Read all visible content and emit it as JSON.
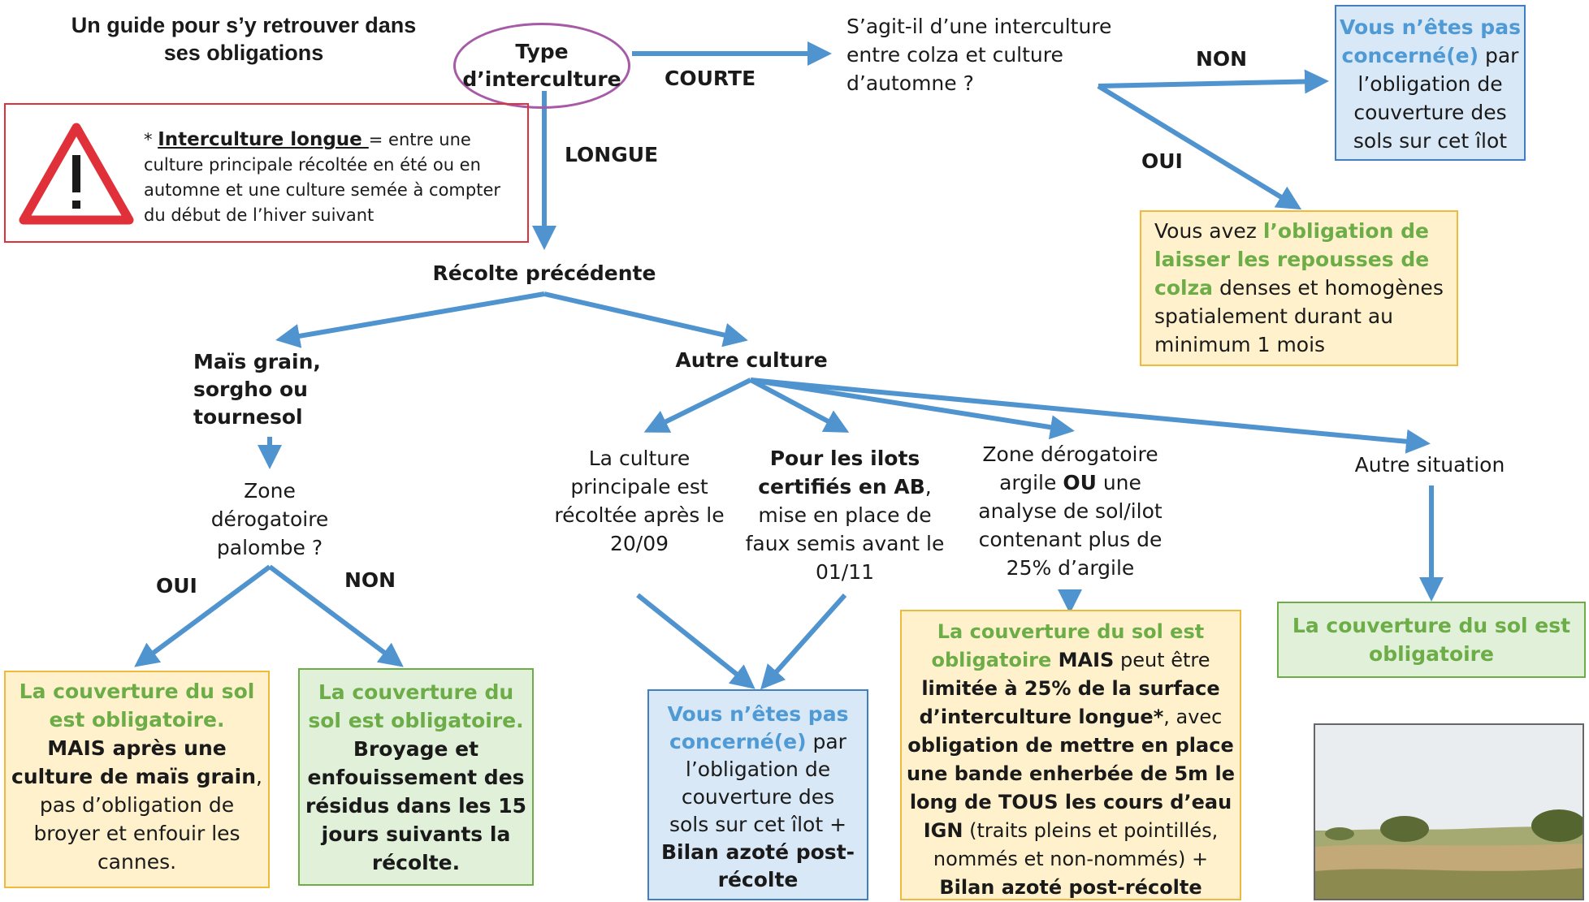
{
  "header": {
    "title_line1": "Un guide pour s’y retrouver dans",
    "title_line2": "ses obligations"
  },
  "start_node": {
    "line1": "Type",
    "line2": "d’interculture"
  },
  "edges": {
    "courte": "COURTE",
    "longue": "LONGUE",
    "non_top": "NON",
    "oui_top": "OUI",
    "oui_left": "OUI",
    "non_left": "NON"
  },
  "question_colza": {
    "line1": "S’agit-il d’une interculture",
    "line2": "entre colza et culture",
    "line3": "d’automne ?"
  },
  "box_not_concerned_top": {
    "hl": "Vous n’êtes pas",
    "hl2": "concerné(e)",
    "t1": " par",
    "t2": "l’obligation de",
    "t3": "couverture des",
    "t4": "sols sur cet îlot"
  },
  "box_colza": {
    "t1": "Vous avez ",
    "hl1": "l’obligation de",
    "hl2": "laisser les repousses de",
    "hl3": "colza",
    "t2": " denses et homogènes",
    "t3": "spatialement durant au",
    "t4": "minimum 1 mois"
  },
  "warning": {
    "icon": "warning-triangle-icon",
    "star": "* ",
    "term": "Interculture longue ",
    "t1": "= entre une",
    "t2": "culture principale récoltée en été ou en",
    "t3": "automne et une culture semée à compter",
    "t4": "du début de l’hiver suivant"
  },
  "recolte": "Récolte précédente",
  "mais_node": {
    "line1": "Maïs grain,",
    "line2": "sorgho ou",
    "line3": "tournesol"
  },
  "autre_culture": "Autre culture",
  "zone_palombe": {
    "line1": "Zone",
    "line2": "dérogatoire",
    "line3": "palombe ?"
  },
  "box_mais_oui": {
    "hl1": "La couverture du sol",
    "hl2": "est obligatoire.",
    "b1": "MAIS après une",
    "b2": "culture de maïs grain",
    "t1": ",",
    "t2": "pas d’obligation de",
    "t3": "broyer et enfouir les",
    "t4": "cannes."
  },
  "box_mais_non": {
    "hl1": "La couverture du",
    "hl2": "sol est obligatoire.",
    "b1": "Broyage et",
    "b2": "enfouissement des",
    "b3": "résidus dans les 15",
    "b4": "jours suivants la",
    "b5": "récolte."
  },
  "branch_1": {
    "line1": "La culture",
    "line2": "principale est",
    "line3": "récoltée après le",
    "line4": "20/09"
  },
  "branch_2": {
    "b1": "Pour les ilots",
    "b2": "certifiés en AB",
    "t1": ",",
    "t2": "mise en place de",
    "t3": "faux semis avant le",
    "t4": "01/11"
  },
  "branch_3": {
    "line1": "Zone dérogatoire",
    "line2a": "argile ",
    "ou": "OU",
    "line2b": " une",
    "line3": "analyse de sol/ilot",
    "line4": "contenant plus de",
    "line5": "25% d’argile"
  },
  "branch_4": "Autre situation",
  "box_not_concerned_bottom": {
    "hl": "Vous n’êtes pas",
    "hl2": "concerné(e)",
    "t1": " par",
    "t2": "l’obligation de",
    "t3": "couverture des",
    "t4": "sols sur cet îlot +",
    "b1": "Bilan azoté post-",
    "b2": "récolte"
  },
  "box_argile": {
    "hl1": "La couverture du sol est",
    "hl2": "obligatoire",
    "b1": " MAIS",
    "t1": " peut être",
    "b2": "limitée à 25% de la surface",
    "b3": "d’interculture longue*",
    "t2": ", avec",
    "b4": "obligation de mettre en place",
    "b5": "une bande enherbée de 5m le",
    "b6": "long de TOUS les cours d’eau",
    "b7": "IGN",
    "t3": " (traits pleins et pointillés,",
    "t4": "nommés et non-nommés) +",
    "b8": "Bilan azoté post-récolte"
  },
  "box_autre": {
    "hl1": "La couverture du sol est",
    "hl2": "obligatoire"
  },
  "colors": {
    "arrow": "#4f93cf",
    "green_text": "#6cad48",
    "blue_text": "#4f9ad4",
    "oval": "#a65aa7",
    "warning": "#e0313a"
  }
}
